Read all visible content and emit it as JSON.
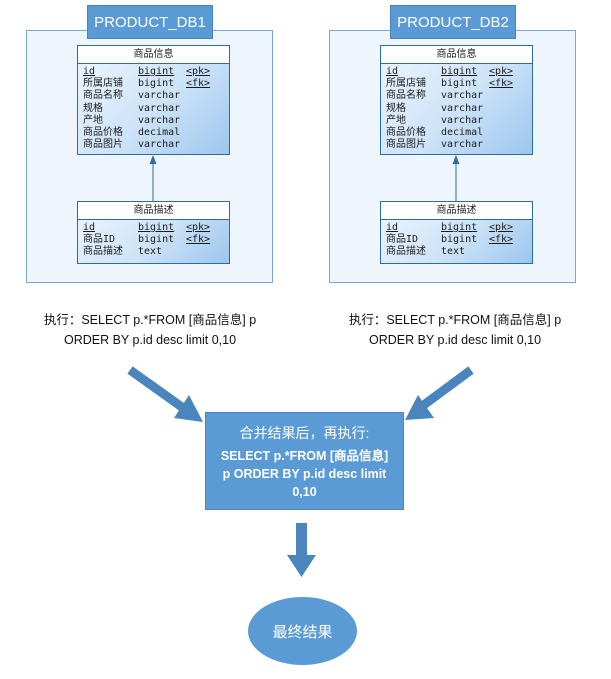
{
  "db1": {
    "name": "PRODUCT_DB1",
    "product_table": {
      "title": "商品信息",
      "rows": [
        {
          "name": "id",
          "type": "bigint",
          "key": "<pk>"
        },
        {
          "name": "所属店铺",
          "type": "bigint",
          "key": "<fk>"
        },
        {
          "name": "商品名称",
          "type": "varchar",
          "key": ""
        },
        {
          "name": "规格",
          "type": "varchar",
          "key": ""
        },
        {
          "name": "产地",
          "type": "varchar",
          "key": ""
        },
        {
          "name": "商品价格",
          "type": "decimal",
          "key": ""
        },
        {
          "name": "商品图片",
          "type": "varchar",
          "key": ""
        }
      ]
    },
    "desc_table": {
      "title": "商品描述",
      "rows": [
        {
          "name": "id",
          "type": "bigint",
          "key": "<pk>"
        },
        {
          "name": "商品ID",
          "type": "bigint",
          "key": "<fk>"
        },
        {
          "name": "商品描述",
          "type": "text",
          "key": ""
        }
      ]
    },
    "sql_line1": "执行：SELECT p.*FROM [商品信息] p",
    "sql_line2": "ORDER BY p.id desc limit 0,10"
  },
  "db2": {
    "name": "PRODUCT_DB2",
    "product_table": {
      "title": "商品信息",
      "rows": [
        {
          "name": "id",
          "type": "bigint",
          "key": "<pk>"
        },
        {
          "name": "所属店铺",
          "type": "bigint",
          "key": "<fk>"
        },
        {
          "name": "商品名称",
          "type": "varchar",
          "key": ""
        },
        {
          "name": "规格",
          "type": "varchar",
          "key": ""
        },
        {
          "name": "产地",
          "type": "varchar",
          "key": ""
        },
        {
          "name": "商品价格",
          "type": "decimal",
          "key": ""
        },
        {
          "name": "商品图片",
          "type": "varchar",
          "key": ""
        }
      ]
    },
    "desc_table": {
      "title": "商品描述",
      "rows": [
        {
          "name": "id",
          "type": "bigint",
          "key": "<pk>"
        },
        {
          "name": "商品ID",
          "type": "bigint",
          "key": "<fk>"
        },
        {
          "name": "商品描述",
          "type": "text",
          "key": ""
        }
      ]
    },
    "sql_line1": "执行：SELECT p.*FROM [商品信息] p",
    "sql_line2": "ORDER BY p.id desc limit 0,10"
  },
  "merge": {
    "heading": "合并结果后，再执行:",
    "sql_line1": "SELECT p.*FROM [商品信息]",
    "sql_line2": "p ORDER BY p.id desc limit",
    "sql_line3": "0,10"
  },
  "final_result": "最终结果",
  "colors": {
    "primary_blue": "#5b9bd5",
    "arrow_blue": "#4a86bd",
    "panel_bg": "#eef5fc",
    "entity_border": "#2e6b9e"
  }
}
